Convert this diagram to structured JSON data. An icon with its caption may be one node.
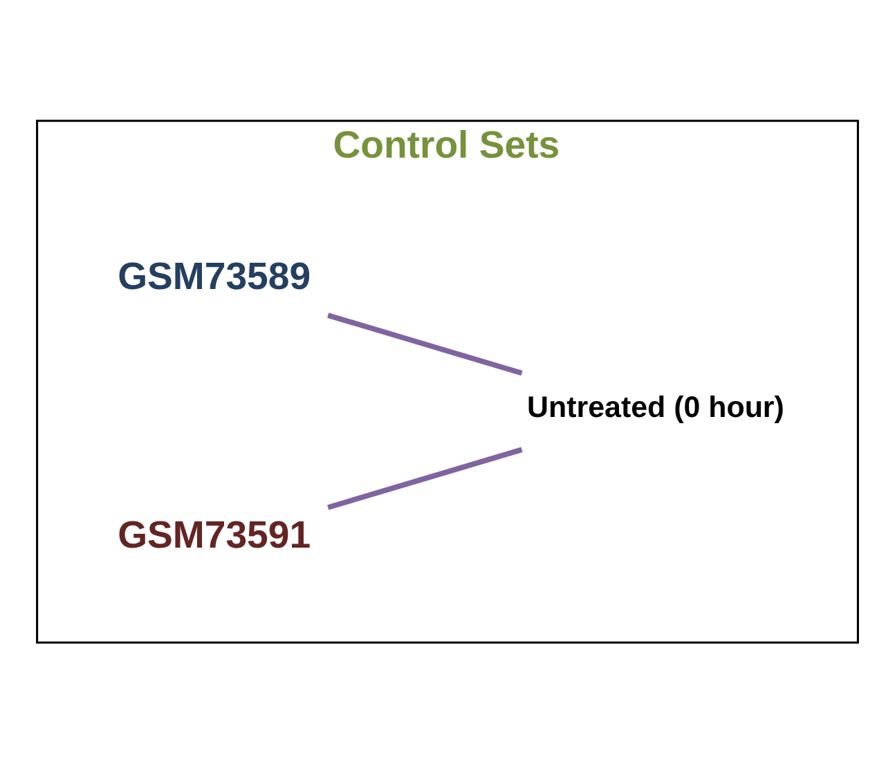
{
  "diagram": {
    "nodes": [
      {
        "text": [
          "Control Sets"
        ]
      },
      {
        "text": [
          "GSM73589"
        ],
        "in": 0
      },
      {
        "text": [
          "GSM73591"
        ],
        "in": 0
      },
      {
        "text": [
          "Untreated (0 hour)"
        ],
        "in": 0
      }
    ],
    "edges": [
      {
        "from": 1,
        "to": 3,
        "arrow": "none"
      },
      {
        "from": 2,
        "to": 3,
        "arrow": "none"
      }
    ]
  }
}
